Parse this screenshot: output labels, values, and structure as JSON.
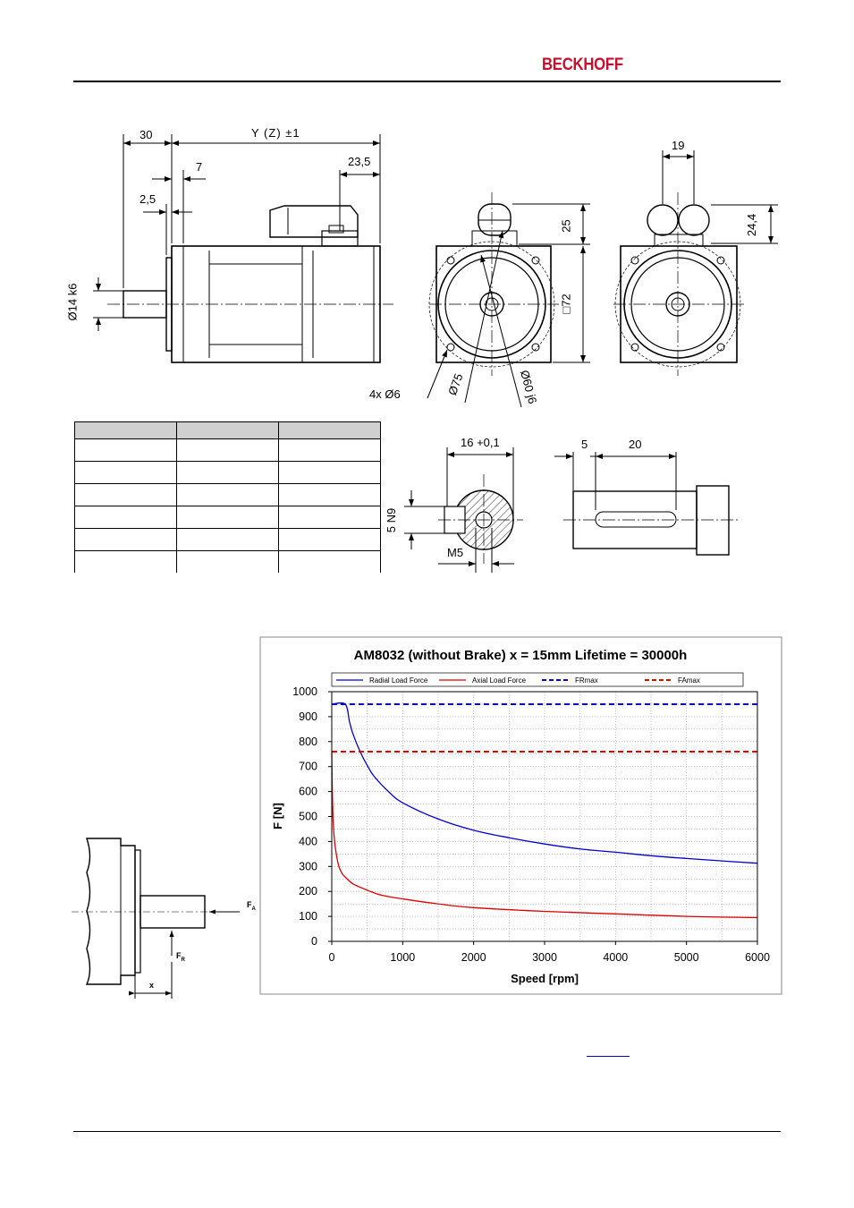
{
  "header": {
    "logo_text": "BECKHOFF",
    "logo_color": "#c8102e"
  },
  "drawing": {
    "dim_30": "30",
    "dim_y": "Y  (Z)  ±1",
    "dim_7": "7",
    "dim_23_5": "23,5",
    "dim_2_5": "2,5",
    "dim_shaft": "Ø14  k6",
    "dim_25": "25",
    "dim_72": "□72",
    "dim_holes": "4x  Ø6",
    "dim_75": "Ø75",
    "dim_60": "Ø60  j6",
    "dim_19": "19",
    "dim_24_4": "24,4",
    "dim_16": "16  +0,1",
    "dim_5n9": "5  N9",
    "dim_m5": "M5",
    "dim_5": "5",
    "dim_20": "20"
  },
  "force_sketch": {
    "fa": "F",
    "fa_sub": "A",
    "fr": "F",
    "fr_sub": "R",
    "x": "x"
  },
  "chart_data": {
    "type": "line",
    "title": "AM8032 (without Brake) x = 15mm Lifetime = 30000h",
    "xlabel": "Speed [rpm]",
    "ylabel": "F [N]",
    "xlim": [
      0,
      6000
    ],
    "ylim": [
      0,
      1000
    ],
    "xticks": [
      0,
      1000,
      2000,
      3000,
      4000,
      5000,
      6000
    ],
    "yticks": [
      0,
      100,
      200,
      300,
      400,
      500,
      600,
      700,
      800,
      900,
      1000
    ],
    "grid": true,
    "legend_position": "top",
    "series": [
      {
        "name": "Radial Load Force",
        "style": "solid",
        "color": "#0000cc",
        "x": [
          0,
          190,
          250,
          300,
          400,
          500,
          600,
          800,
          1000,
          1500,
          2000,
          2500,
          3000,
          3500,
          4000,
          4500,
          5000,
          5500,
          6000
        ],
        "y": [
          950,
          950,
          880,
          830,
          760,
          705,
          660,
          600,
          555,
          490,
          445,
          415,
          390,
          370,
          357,
          343,
          332,
          322,
          313
        ]
      },
      {
        "name": "Axial Load Force",
        "style": "solid",
        "color": "#dd0000",
        "x": [
          0,
          8,
          20,
          40,
          70,
          100,
          150,
          200,
          300,
          500,
          700,
          1000,
          1500,
          2000,
          3000,
          4000,
          5000,
          6000
        ],
        "y": [
          760,
          600,
          480,
          400,
          340,
          300,
          270,
          255,
          230,
          205,
          185,
          170,
          150,
          135,
          120,
          110,
          100,
          95
        ]
      },
      {
        "name": "FRmax",
        "style": "dashed",
        "color": "#0000cc",
        "x": [
          0,
          6000
        ],
        "y": [
          950,
          950
        ]
      },
      {
        "name": "FAmax",
        "style": "dashed",
        "color": "#dd0000",
        "x": [
          0,
          6000
        ],
        "y": [
          760,
          760
        ]
      }
    ]
  }
}
